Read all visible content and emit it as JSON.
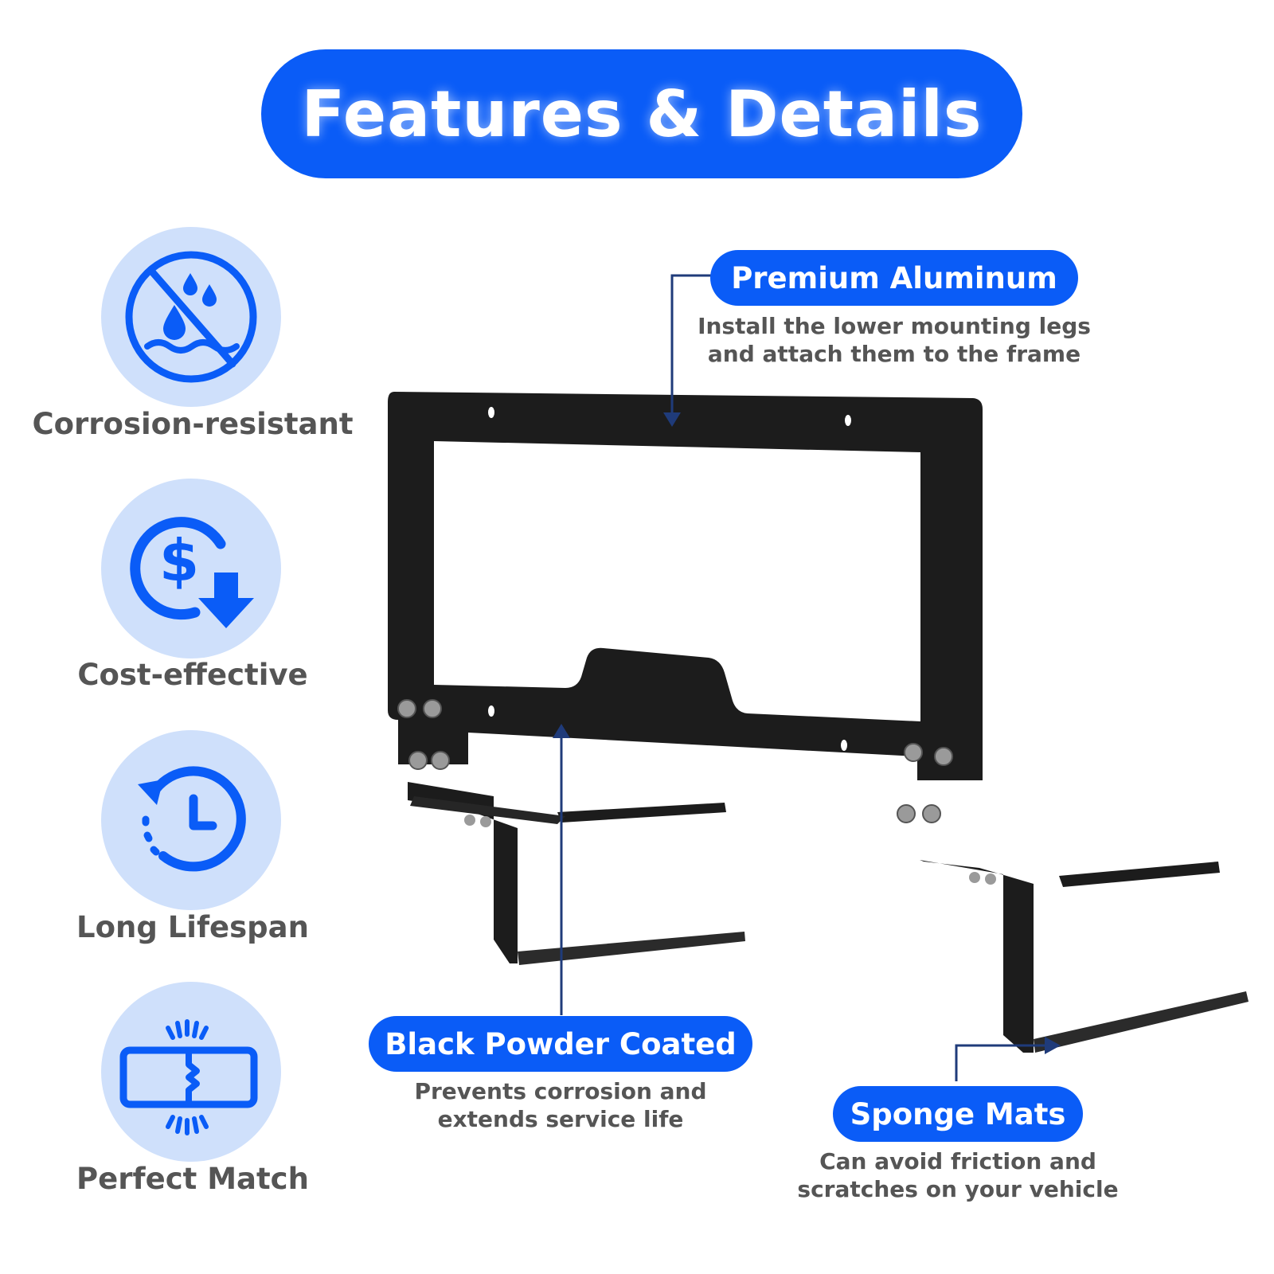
{
  "banner": {
    "title": "Features & Details"
  },
  "features": [
    {
      "label": "Corrosion-resistant",
      "icon": "no-water-drops-icon"
    },
    {
      "label": "Cost-effective",
      "icon": "dollar-down-icon"
    },
    {
      "label": "Long Lifespan",
      "icon": "clock-history-icon"
    },
    {
      "label": "Perfect Match",
      "icon": "perfect-fit-icon"
    }
  ],
  "callouts": {
    "premium": {
      "title": "Premium Aluminum",
      "line1": "Install the lower mounting legs",
      "line2": "and attach them to the frame"
    },
    "coated": {
      "title": "Black Powder Coated",
      "line1": "Prevents corrosion and",
      "line2": "extends service life"
    },
    "sponge": {
      "title": "Sponge Mats",
      "line1": "Can avoid friction and",
      "line2": "scratches on your vehicle"
    }
  },
  "colors": {
    "accent": "#0a5cf7",
    "icon_bg": "#cfe0fb",
    "text_gray": "#555555",
    "leader": "#1f3b7a",
    "bracket": "#1c1c1c"
  }
}
